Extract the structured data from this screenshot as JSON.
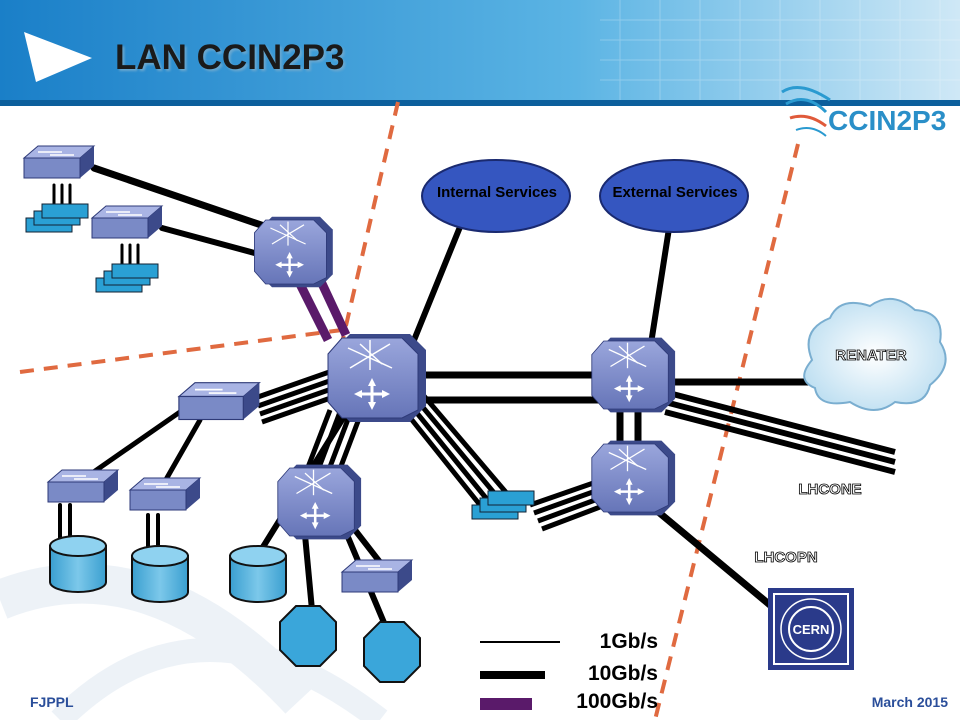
{
  "header": {
    "title": "LAN CCIN2P3",
    "logo_text": "CCIN2P3"
  },
  "nodes": {
    "internal_services": "Internal Services",
    "external_services": "External Services",
    "renater": "RENATER",
    "lhcone": "LHCONE",
    "lhcopn": "LHCOPN",
    "cern": "CERN"
  },
  "legend": {
    "items": [
      {
        "label": "1Gb/s",
        "color": "#000000"
      },
      {
        "label": "10Gb/s",
        "color": "#000000"
      },
      {
        "label": "100Gb/s",
        "color": "#5a1a6a"
      }
    ]
  },
  "footer": {
    "left": "FJPPL",
    "right": "March 2015"
  },
  "colors": {
    "header_blue": "#2a8fd0",
    "router_face": "#7f8fc8",
    "router_dark": "#3c4a8a",
    "switch_face": "#7a8ac6",
    "storage": "#5ab4dc",
    "ellipse": "#3556c0",
    "dashed_line": "#e06a40",
    "link_100g": "#5a1a6a"
  }
}
